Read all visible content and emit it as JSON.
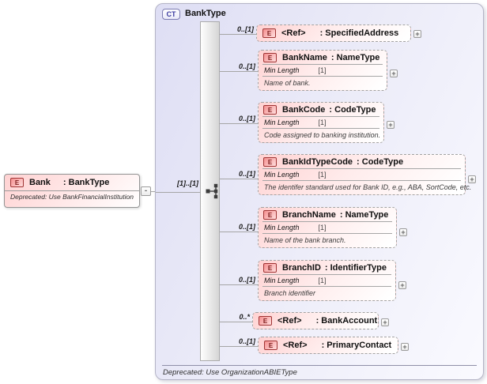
{
  "root_element": {
    "icon": "E",
    "name": "Bank",
    "type_label": ": BankType",
    "deprecated": "Deprecated: Use BankFinancialInstitution",
    "cardinality": "[1]..[1]"
  },
  "complex_type": {
    "badge": "CT",
    "title": "BankType",
    "compositor": "sequence",
    "deprecated": "Deprecated: Use OrganizationABIEType",
    "elements": [
      {
        "icon": "E",
        "cardinality": "0..[1]",
        "name": "<Ref>",
        "type_label": ": SpecifiedAddress"
      },
      {
        "icon": "E",
        "cardinality": "0..[1]",
        "name": "BankName",
        "type_label": ": NameType",
        "facet_label": "Min Length",
        "facet_value": "[1]",
        "annotation": "Name of bank."
      },
      {
        "icon": "E",
        "cardinality": "0..[1]",
        "name": "BankCode",
        "type_label": ": CodeType",
        "facet_label": "Min Length",
        "facet_value": "[1]",
        "annotation": "Code assigned to banking institution."
      },
      {
        "icon": "E",
        "cardinality": "0..[1]",
        "name": "BankIdTypeCode",
        "type_label": ": CodeType",
        "facet_label": "Min Length",
        "facet_value": "[1]",
        "annotation": "The identifer standard used for Bank ID, e.g., ABA, SortCode, etc."
      },
      {
        "icon": "E",
        "cardinality": "0..[1]",
        "name": "BranchName",
        "type_label": ": NameType",
        "facet_label": "Min Length",
        "facet_value": "[1]",
        "annotation": "Name of the bank branch."
      },
      {
        "icon": "E",
        "cardinality": "0..[1]",
        "name": "BranchID",
        "type_label": ": IdentifierType",
        "facet_label": "Min Length",
        "facet_value": "[1]",
        "annotation": "Branch identifier"
      },
      {
        "icon": "E",
        "cardinality": "0..*",
        "name": "<Ref>",
        "type_label": ": BankAccount"
      },
      {
        "icon": "E",
        "cardinality": "0..[1]",
        "name": "<Ref>",
        "type_label": ": PrimaryContact"
      }
    ]
  },
  "symbols": {
    "expand": "+",
    "collapse": "-"
  },
  "colors": {
    "element_fill": "#ffd2d2",
    "container_fill": "#dedef4",
    "element_icon_border": "#a03434",
    "badge_blue": "#3d3da0",
    "connector_gray": "#a5a5a5"
  }
}
